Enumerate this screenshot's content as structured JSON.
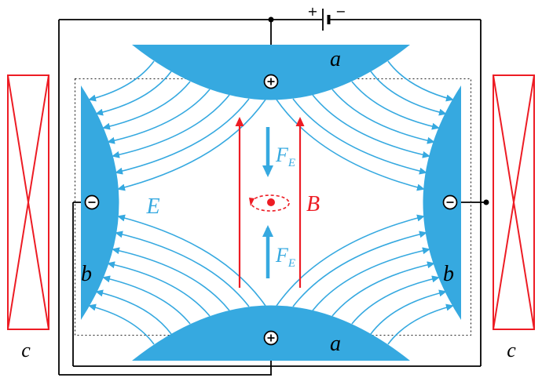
{
  "figure": {
    "battery": {
      "plus": "+",
      "minus": "−"
    },
    "labels": {
      "electrode_top": "a",
      "electrode_bottom": "a",
      "ring_left": "b",
      "ring_right": "b",
      "coil_left": "c",
      "coil_right": "c",
      "electric_field": "E",
      "magnetic_field": "B",
      "force_top": {
        "main": "F",
        "sub": "E"
      },
      "force_bottom": {
        "main": "F",
        "sub": "E"
      }
    },
    "icons": {
      "positive_terminal": "⊕",
      "negative_terminal": "⊖"
    },
    "colors": {
      "electrode_blue": "#36a9e0",
      "field_red": "#ed1c24",
      "wire_black": "#000000"
    }
  }
}
